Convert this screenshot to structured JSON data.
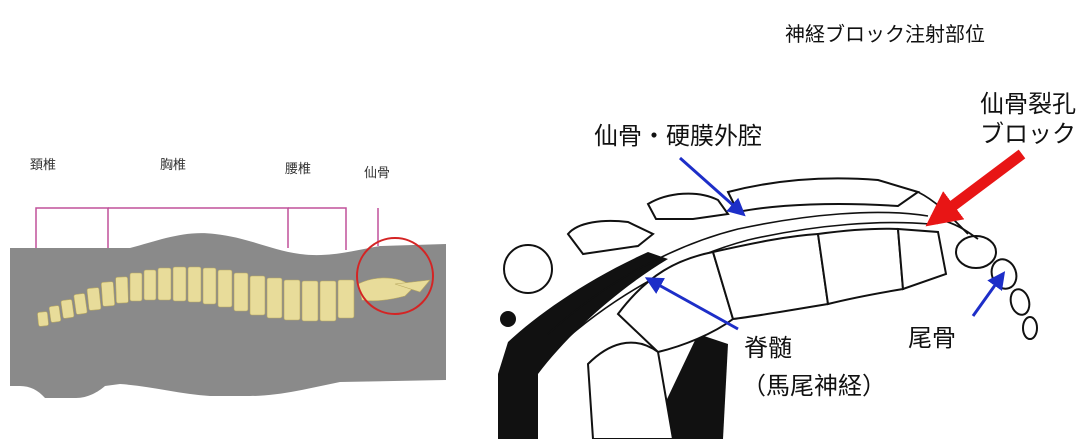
{
  "title": "神経ブロック注射部位",
  "spine_regions": [
    {
      "label": "頚椎"
    },
    {
      "label": "胸椎"
    },
    {
      "label": "腰椎"
    },
    {
      "label": "仙骨"
    }
  ],
  "annotations": {
    "epidural": "仙骨・硬膜外腔",
    "hiatus_line1": "仙骨裂孔",
    "hiatus_line2": "ブロック",
    "cord_line1": "脊髄",
    "cord_line2": "（馬尾神経）",
    "coccyx": "尾骨"
  },
  "colors": {
    "body": "#8a8a8a",
    "vertebra": "#e8dc9a",
    "bracket": "#c0509a",
    "circle": "#d42424",
    "arrow_blue": "#1d2ec8",
    "arrow_red": "#e81515"
  }
}
